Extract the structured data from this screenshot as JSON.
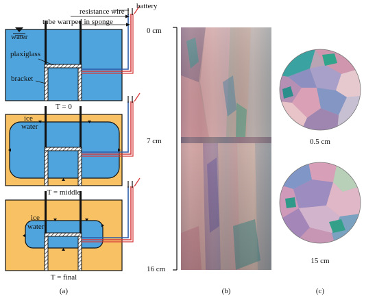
{
  "colors": {
    "water": "#4fa4dd",
    "ice": "#f7c164",
    "wire": "#d63a3a",
    "tube": "#2a5aa8"
  },
  "panel_a": {
    "labels": {
      "battery": "battery",
      "resistance_wire": "resistance wire",
      "tube": "tube warrped in  sponge",
      "water": "water",
      "plaxiglass": "plaxiglass",
      "bracket": "bracket",
      "ice_1": "ice",
      "water_1": "water",
      "ice_2": "ice",
      "water_2": "water"
    },
    "stage_titles": [
      "T = 0",
      "T = middle",
      "T = final"
    ],
    "caption": "(a)"
  },
  "panel_b": {
    "depth_labels": [
      "0 cm",
      "7 cm",
      "16 cm"
    ],
    "caption": "(b)"
  },
  "panel_c": {
    "depth_labels": [
      "0.5 cm",
      "15 cm"
    ],
    "caption": "(c)"
  }
}
